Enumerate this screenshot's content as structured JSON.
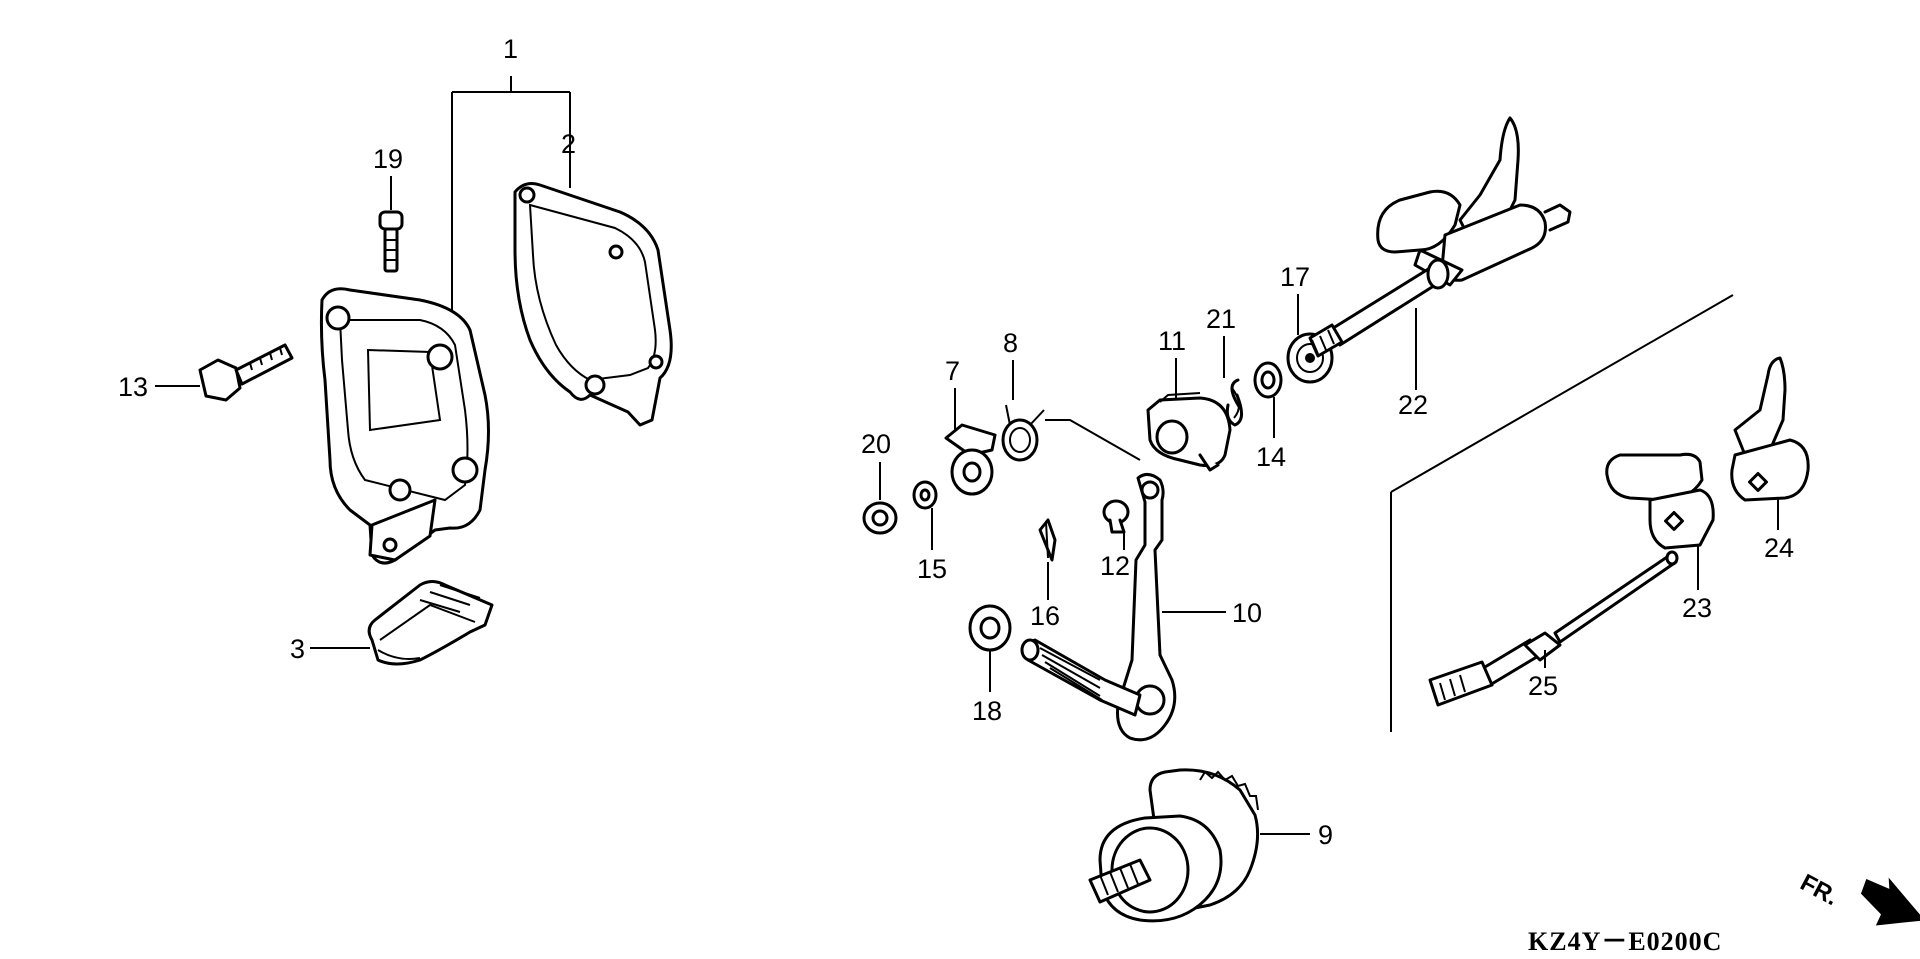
{
  "callouts": {
    "p1": "1",
    "p2": "2",
    "p3": "3",
    "p7": "7",
    "p8": "8",
    "p9": "9",
    "p10": "10",
    "p11": "11",
    "p12": "12",
    "p13": "13",
    "p14": "14",
    "p15": "15",
    "p16": "16",
    "p17": "17",
    "p18": "18",
    "p19": "19",
    "p20": "20",
    "p21": "21",
    "p22": "22",
    "p23": "23",
    "p24": "24",
    "p25": "25"
  },
  "diagram_code": "KZ4Y－E0200C",
  "front_label": "FR."
}
